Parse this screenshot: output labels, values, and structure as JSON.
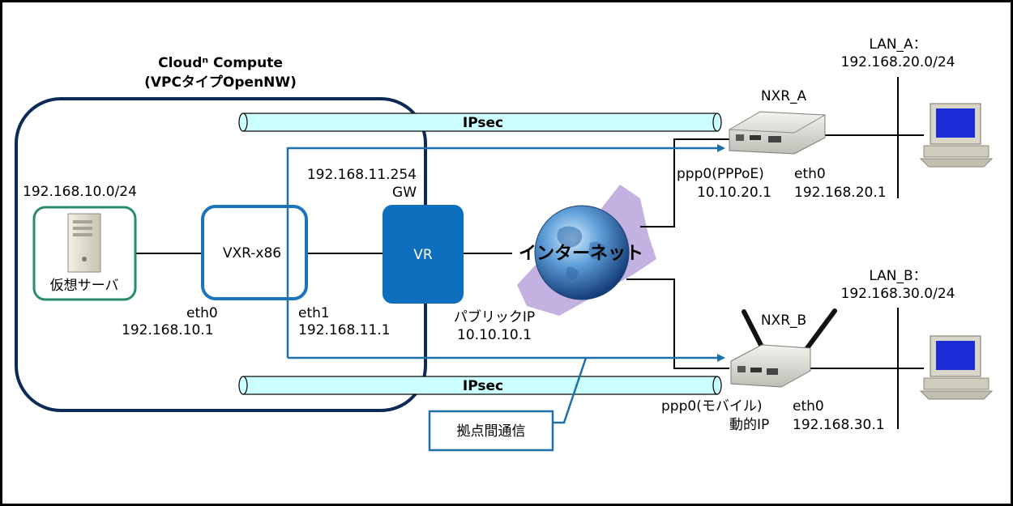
{
  "cloud": {
    "title_line1": "Cloudⁿ Compute",
    "title_line2": "(VPCタイプOpenNW)"
  },
  "tunnels": {
    "top_label": "IPsec",
    "bottom_label": "IPsec"
  },
  "server": {
    "subnet": "192.168.10.0/24",
    "label": "仮想サーバ"
  },
  "vxr": {
    "label": "VXR-x86",
    "eth0_name": "eth0",
    "eth0_ip": "192.168.10.1",
    "eth1_name": "eth1",
    "eth1_ip": "192.168.11.1"
  },
  "gateway": {
    "ip": "192.168.11.254",
    "label": "GW"
  },
  "vr": {
    "label": "VR",
    "public_ip_label": "パブリックIP",
    "public_ip": "10.10.10.1"
  },
  "internet": {
    "label": "インターネット"
  },
  "nxr_a": {
    "name": "NXR_A",
    "ppp_label": "ppp0(PPPoE)",
    "ppp_ip": "10.10.20.1",
    "eth_label": "eth0",
    "eth_ip": "192.168.20.1"
  },
  "nxr_b": {
    "name": "NXR_B",
    "ppp_label": "ppp0(モバイル)",
    "ppp_ip": "動的IP",
    "eth_label": "eth0",
    "eth_ip": "192.168.30.1"
  },
  "lan_a": {
    "label": "LAN_A：",
    "subnet": "192.168.20.0/24"
  },
  "lan_b": {
    "label": "LAN_B：",
    "subnet": "192.168.30.0/24"
  },
  "callout": {
    "label": "拠点間通信"
  },
  "colors": {
    "cloud_border": "#0d2a57",
    "tunnel_fill": "#ccffff",
    "flow_arrow": "#1f6fa8",
    "vr_fill": "#0e6fbf",
    "server_border": "#2a8c6a",
    "vxr_border": "#1c75bc"
  }
}
